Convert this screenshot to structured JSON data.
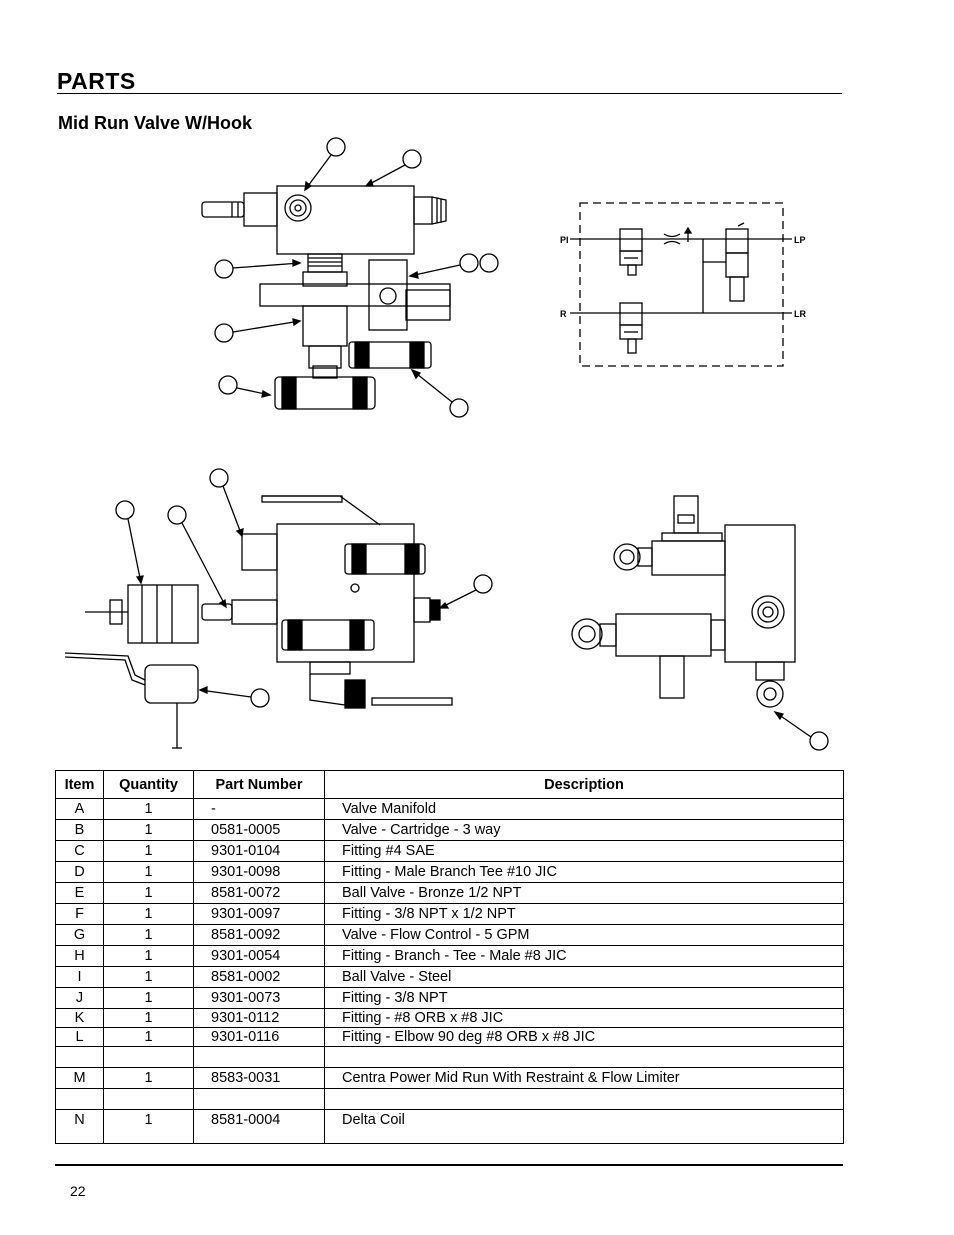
{
  "header": {
    "title": "PARTS"
  },
  "section": {
    "title": "Mid Run Valve W/Hook"
  },
  "schematic": {
    "port_pi": "PI",
    "port_lp": "LP",
    "port_r": "R",
    "port_lr": "LR"
  },
  "table": {
    "headers": [
      "Item",
      "Quantity",
      "Part Number",
      "Description"
    ],
    "rows": [
      {
        "item": "A",
        "qty": "1",
        "part": "-",
        "desc": "Valve Manifold"
      },
      {
        "item": "B",
        "qty": "1",
        "part": "0581-0005",
        "desc": "Valve - Cartridge - 3 way"
      },
      {
        "item": "C",
        "qty": "1",
        "part": "9301-0104",
        "desc": "Fitting #4 SAE"
      },
      {
        "item": "D",
        "qty": "1",
        "part": "9301-0098",
        "desc": "Fitting - Male Branch Tee #10 JIC"
      },
      {
        "item": "E",
        "qty": "1",
        "part": "8581-0072",
        "desc": "Ball Valve - Bronze 1/2 NPT"
      },
      {
        "item": "F",
        "qty": "1",
        "part": "9301-0097",
        "desc": "Fitting - 3/8 NPT x 1/2 NPT"
      },
      {
        "item": "G",
        "qty": "1",
        "part": "8581-0092",
        "desc": "Valve - Flow Control - 5 GPM"
      },
      {
        "item": "H",
        "qty": "1",
        "part": "9301-0054",
        "desc": "Fitting - Branch - Tee - Male #8 JIC"
      },
      {
        "item": "I",
        "qty": "1",
        "part": "8581-0002",
        "desc": "Ball Valve - Steel"
      },
      {
        "item": "J",
        "qty": "1",
        "part": "9301-0073",
        "desc": "Fitting - 3/8 NPT"
      },
      {
        "item": "K",
        "qty": "1",
        "part": "9301-0112",
        "desc": "Fitting - #8 ORB x #8 JIC"
      },
      {
        "item": "L",
        "qty": "1",
        "part": "9301-0116",
        "desc": "Fitting - Elbow 90 deg #8 ORB x #8 JIC"
      },
      {
        "item": "M",
        "qty": "1",
        "part": "8583-0031",
        "desc": "Centra Power Mid Run With Restraint & Flow Limiter"
      },
      {
        "item": "N",
        "qty": "1",
        "part": "8581-0004",
        "desc": "Delta Coil"
      }
    ]
  },
  "footer": {
    "page_number": "22"
  }
}
